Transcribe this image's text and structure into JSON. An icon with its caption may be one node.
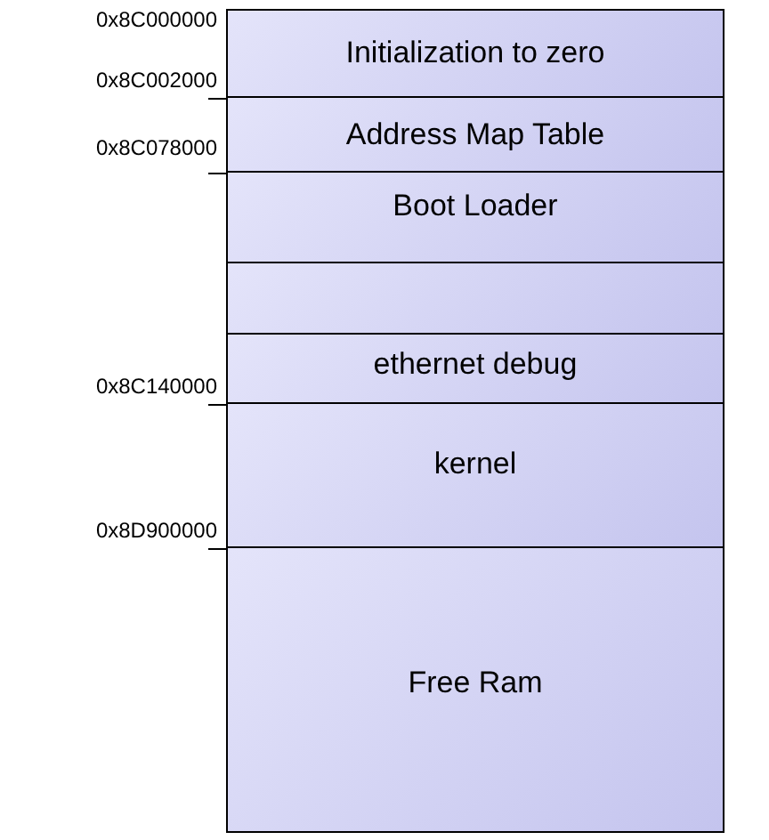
{
  "diagram": {
    "nodes": [
      {
        "text": [
          "Initialization to zero"
        ],
        "beside": [
          "0x8C000000"
        ]
      },
      {
        "text": [
          "Address Map Table"
        ],
        "beside": [
          "0x8C002000"
        ]
      },
      {
        "text": [
          "Boot Loader"
        ],
        "beside": [
          "0x8C078000"
        ]
      },
      {
        "text": [],
        "shape": "box"
      },
      {
        "text": [
          "ethernet debug"
        ]
      },
      {
        "text": [
          "kernel"
        ],
        "beside": [
          "0x8C140000"
        ]
      },
      {
        "text": [
          "Free Ram"
        ],
        "beside": [
          "0x8D900000"
        ]
      }
    ]
  }
}
